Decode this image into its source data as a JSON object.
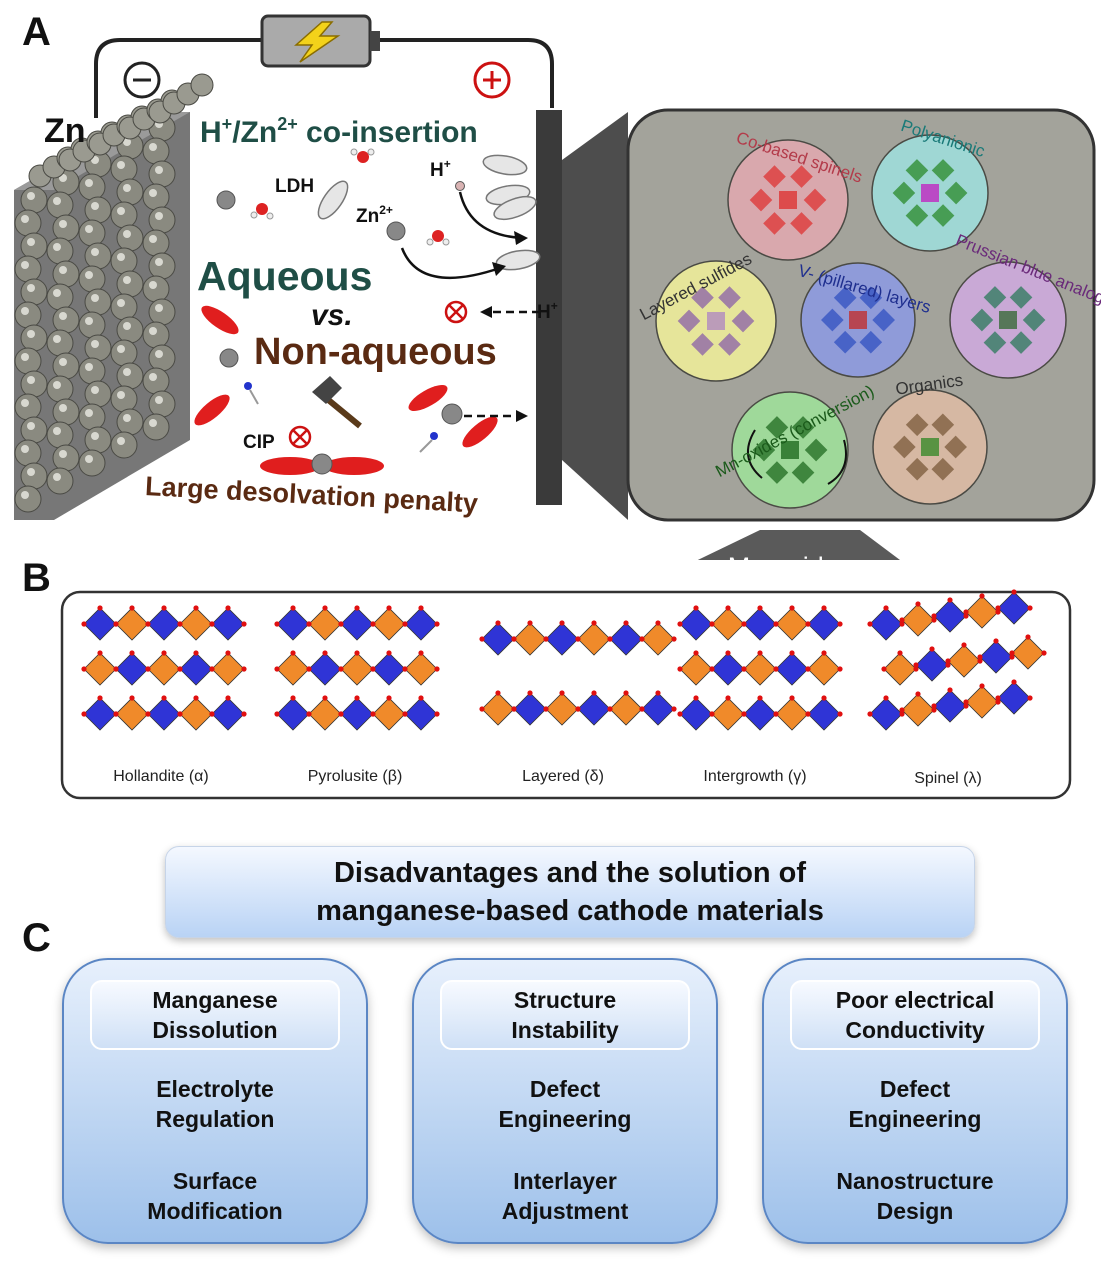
{
  "panels": {
    "a": "A",
    "b": "B",
    "c": "C"
  },
  "panel_a": {
    "anode": "Zn",
    "minus_sign": "⊖",
    "plus_sign": "⊕",
    "coinsertion": {
      "h": "H",
      "h_sup": "+",
      "zn_mid": "/Zn",
      "zn_sup": "2+",
      "rest": " co-insertion"
    },
    "ldh": "LDH",
    "h_plus": {
      "h": "H",
      "sup": "+"
    },
    "zn2": {
      "zn": "Zn",
      "sup": "2+"
    },
    "aqueous": "Aqueous",
    "vs": "vs.",
    "nonaqueous": "Non-aqueous",
    "blocked_h": {
      "h": "H",
      "sup": "+"
    },
    "cip": "CIP",
    "desolvation": "Large desolvation penalty",
    "materials": [
      {
        "label": "Co-based spinels",
        "color": "#d9a8ad"
      },
      {
        "label": "Polyanionic",
        "color": "#9fd7d4"
      },
      {
        "label": "Layered sulfides",
        "color": "#e6e59a"
      },
      {
        "label": "V- (pillared) layers",
        "color": "#8f9bd9"
      },
      {
        "label": "Prussian blue analogues",
        "color": "#c9a9d6"
      },
      {
        "label": "Mn-oxides (conversion)",
        "color": "#9fd99a"
      },
      {
        "label": "Organics",
        "color": "#d6b8a3"
      }
    ]
  },
  "panel_b": {
    "header": "Mn-oxides",
    "structures": [
      "Hollandite (α)",
      "Pyrolusite (β)",
      "Layered (δ)",
      "Intergrowth (γ)",
      "Spinel (λ)"
    ]
  },
  "panel_c": {
    "title_line1": "Disadvantages and the solution of",
    "title_line2": "manganese-based cathode materials",
    "cards": [
      {
        "problem": [
          "Manganese",
          "Dissolution"
        ],
        "solution1": [
          "Electrolyte",
          "Regulation"
        ],
        "solution2": [
          "Surface",
          "Modification"
        ]
      },
      {
        "problem": [
          "Structure",
          "Instability"
        ],
        "solution1": [
          "Defect",
          "Engineering"
        ],
        "solution2": [
          "Interlayer",
          "Adjustment"
        ]
      },
      {
        "problem": [
          "Poor electrical",
          "Conductivity"
        ],
        "solution1": [
          "Defect",
          "Engineering"
        ],
        "solution2": [
          "Nanostructure",
          "Design"
        ]
      }
    ]
  }
}
